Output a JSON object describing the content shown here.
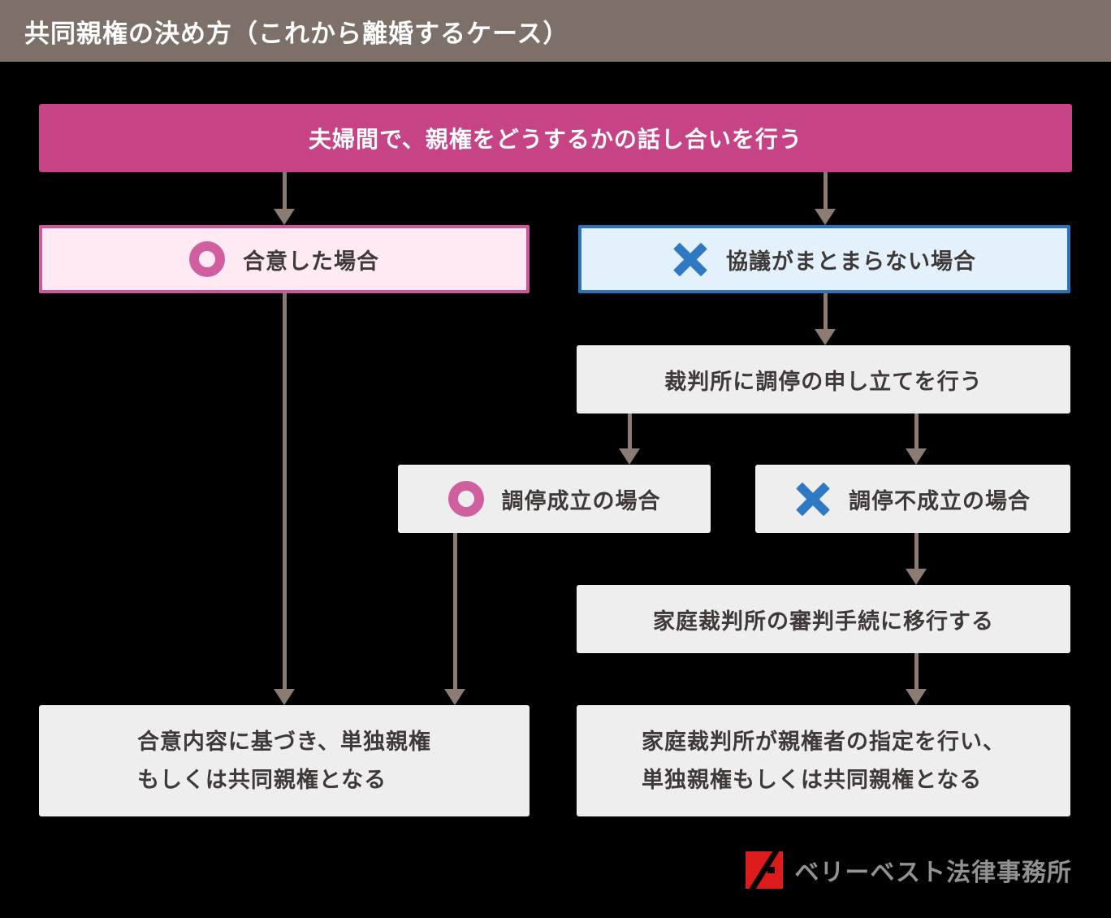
{
  "header": {
    "title": "共同親権の決め方（これから離婚するケース）"
  },
  "flow": {
    "start": "夫婦間で、親権をどうするかの話し合いを行う",
    "agree": "合意した場合",
    "disagree": "協議がまとまらない場合",
    "petition": "裁判所に調停の申し立てを行う",
    "mediation_success": "調停成立の場合",
    "mediation_failure": "調停不成立の場合",
    "trial": "家庭裁判所の審判手続に移行する",
    "outcome_agreement_line1": "合意内容に基づき、単独親権",
    "outcome_agreement_line2": "もしくは共同親権となる",
    "outcome_court_line1": "家庭裁判所が親権者の指定を行い、",
    "outcome_court_line2": "単独親権もしくは共同親権となる"
  },
  "icons": {
    "success": "circle-ring-icon",
    "failure": "cross-icon"
  },
  "logo": {
    "text": "ベリーベスト法律事務所"
  },
  "colors": {
    "header_bg": "#7d7069",
    "page_bg": "#000000",
    "start_bg": "#c64486",
    "agree_bg": "#fdeaf3",
    "agree_border": "#cb589a",
    "disagree_bg": "#e3f1fc",
    "disagree_border": "#2b72b8",
    "neutral_bg": "#efeeee",
    "text_dark": "#3f3a39",
    "text_white": "#ffffff",
    "arrow": "#8b7b72",
    "icon_pink": "#d05f9f",
    "icon_blue": "#2e78c4",
    "logo_red": "#dd1b1b",
    "logo_text": "#929292"
  }
}
